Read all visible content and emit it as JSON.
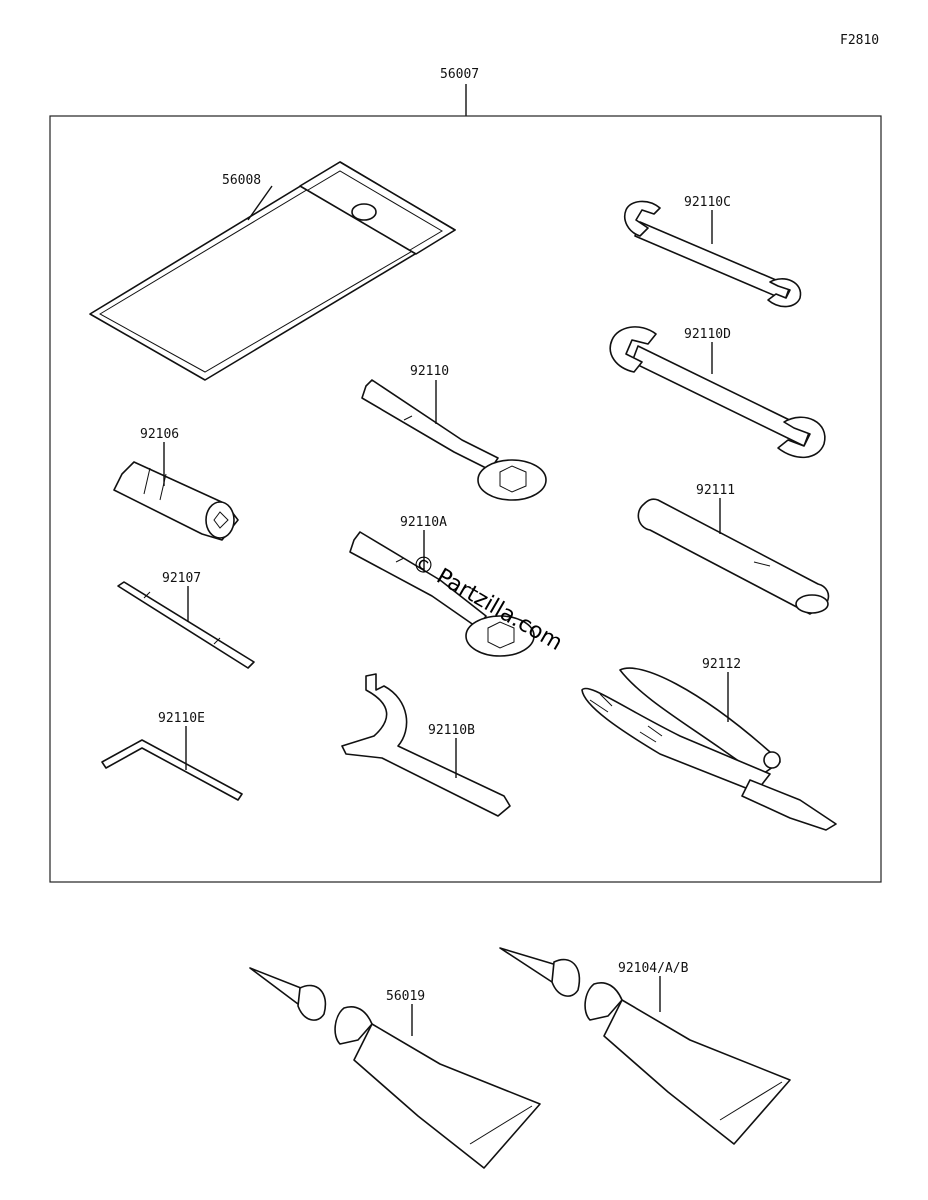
{
  "figure_id": "F2810",
  "kit_label": "56007",
  "parts": {
    "pouch": "56008",
    "wrench_c": "92110C",
    "wrench_d": "92110D",
    "box_wrench": "92110",
    "box_wrench_a": "92110A",
    "socket": "92106",
    "handle": "92111",
    "screwdriver": "92107",
    "hex_key": "92110E",
    "hook_wrench": "92110B",
    "pliers": "92112",
    "tube_1": "56019",
    "tube_2": "92104/A/B"
  },
  "watermark": "© Partzilla.com"
}
